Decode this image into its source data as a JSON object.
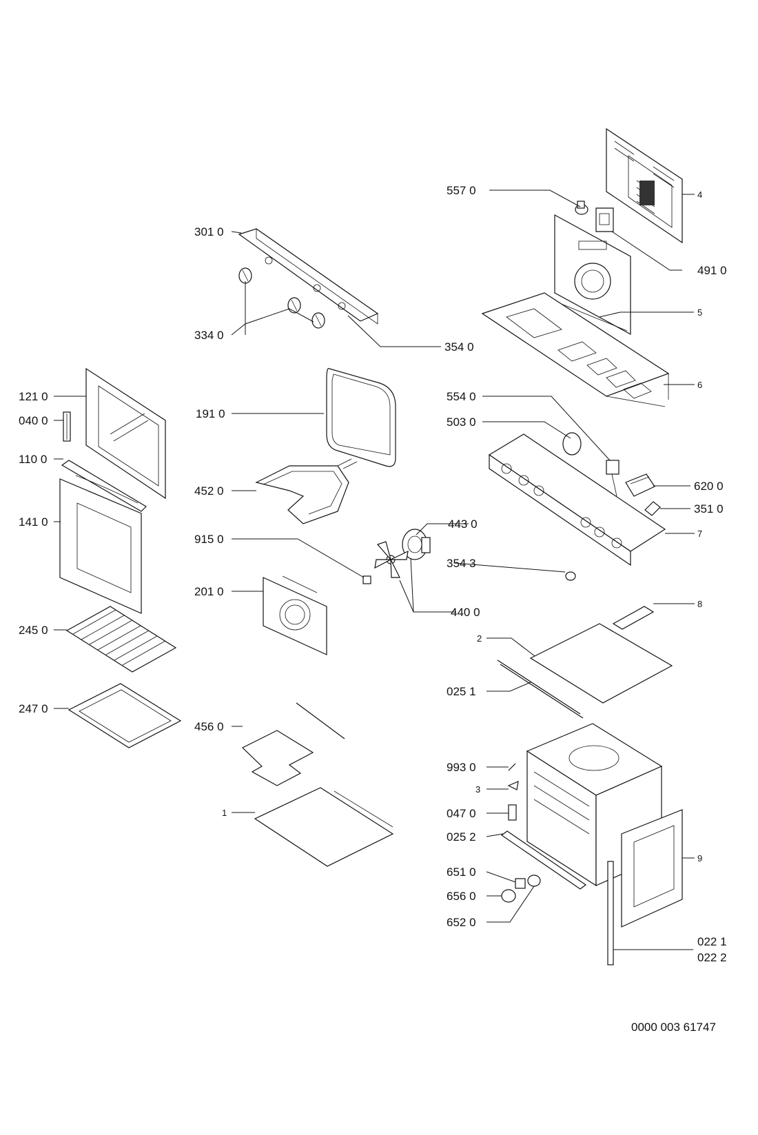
{
  "diagram_id": "0000 003 61747",
  "labels": {
    "l5570": "557 0",
    "l4": "4",
    "l3010": "301 0",
    "l4910": "491 0",
    "l5": "5",
    "l3340": "334 0",
    "l3540": "354 0",
    "l6": "6",
    "l1210": "121 0",
    "l1910": "191 0",
    "l5540": "554 0",
    "l0400": "040 0",
    "l5030": "503 0",
    "l1100": "110 0",
    "l4520": "452 0",
    "l6200": "620 0",
    "l3510": "351 0",
    "l1410": "141 0",
    "l4430": "443 0",
    "l7": "7",
    "l9150": "915 0",
    "l3543": "354 3",
    "l2010": "201 0",
    "l4400": "440 0",
    "l8": "8",
    "l2450": "245 0",
    "l2": "2",
    "l0251": "025 1",
    "l2470": "247 0",
    "l4560": "456 0",
    "l9930": "993 0",
    "l3": "3",
    "l1": "1",
    "l0470": "047 0",
    "l0252": "025 2",
    "l9": "9",
    "l6510": "651 0",
    "l6560": "656 0",
    "l6520": "652 0",
    "l0221": "022 1",
    "l0222": "022 2"
  }
}
